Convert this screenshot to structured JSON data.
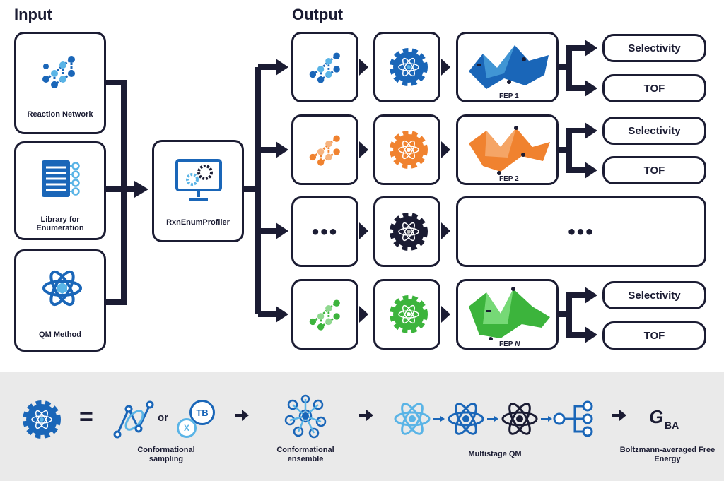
{
  "headings": {
    "input": "Input",
    "output": "Output"
  },
  "inputs": {
    "reaction_network": "Reaction Network",
    "library": "Library for Enumeration",
    "qm_method": "QM Method"
  },
  "center": {
    "label": "RxnEnumProfiler"
  },
  "rows": [
    {
      "color": "#1a66b8",
      "fep_prefix": "FEP",
      "fep_index": "1",
      "outputs": [
        "Selectivity",
        "TOF"
      ]
    },
    {
      "color": "#f0822f",
      "fep_prefix": "FEP",
      "fep_index": "2",
      "outputs": [
        "Selectivity",
        "TOF"
      ]
    },
    {
      "ellipsis": "•••"
    },
    {
      "color": "#3cb43c",
      "fep_prefix": "FEP",
      "fep_index": "N",
      "outputs": [
        "Selectivity",
        "TOF"
      ]
    }
  ],
  "legend": {
    "equals": "=",
    "or": "or",
    "tb": "TB",
    "x": "X",
    "conformational_sampling": "Conformational sampling",
    "conformational_ensemble": "Conformational ensemble",
    "multistage_qm": "Multistage QM",
    "g_symbol": "G",
    "g_subscript": "BA",
    "boltzmann": "Boltzmann-averaged Free Energy"
  },
  "colors": {
    "dark": "#1b1c33",
    "blue": "#1a66b8",
    "light_blue": "#5ab4e6",
    "orange": "#f0822f",
    "green": "#3cb43c",
    "panel": "#eaeaea"
  }
}
